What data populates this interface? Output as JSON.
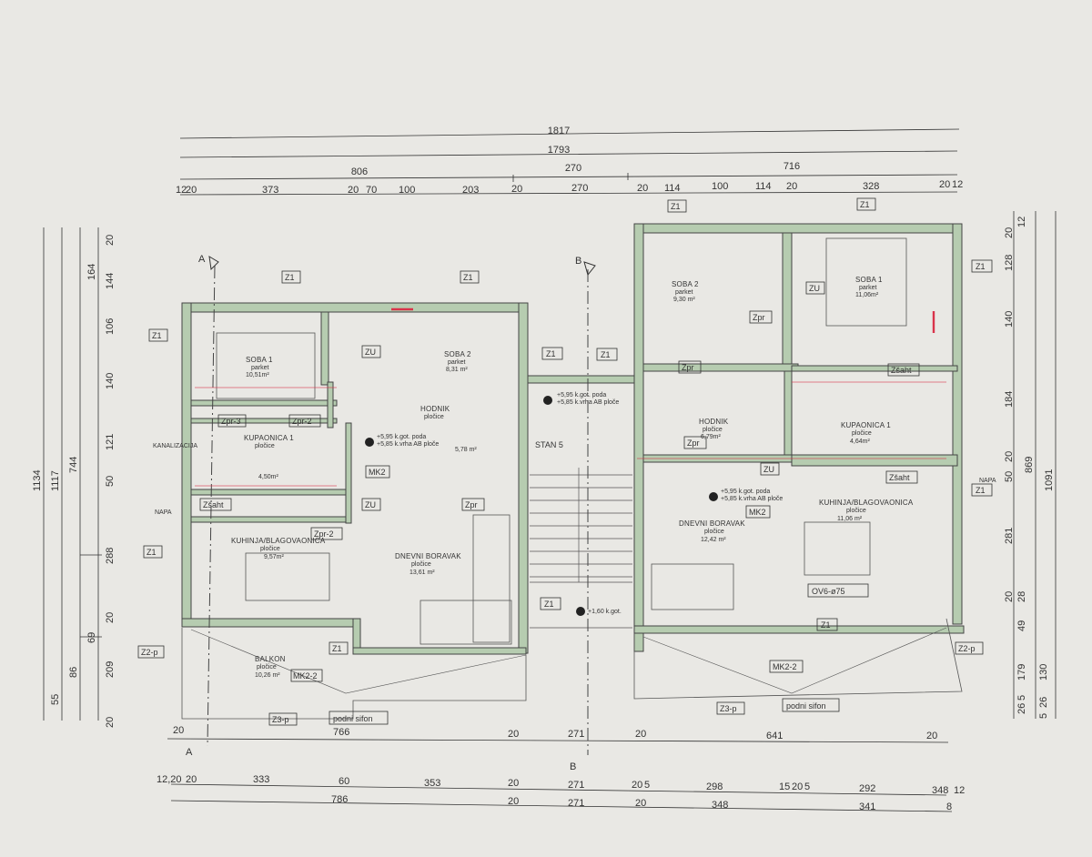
{
  "dims_top": {
    "overall": "1817",
    "inner": "1793",
    "left_block": "806",
    "mid": "270",
    "right_block": "716",
    "row4": [
      "12",
      "20",
      "373",
      "20",
      "70",
      "100",
      "203",
      "20",
      "270",
      "20",
      "114",
      "100",
      "114",
      "20",
      "328",
      "20",
      "12"
    ]
  },
  "dims_bottom": {
    "row1": [
      "20",
      "766",
      "20",
      "271",
      "20",
      "641",
      "20"
    ],
    "row2": [
      "12,20",
      "20",
      "333",
      "60",
      "353",
      "20",
      "271",
      "20",
      "5",
      "298",
      "15",
      "20",
      "5",
      "292",
      "348",
      "12"
    ],
    "row3": [
      "786",
      "20",
      "271",
      "20",
      "348",
      "341",
      "8"
    ]
  },
  "dims_left": [
    "1134",
    "1117",
    "744",
    "55",
    "86",
    "69",
    "164",
    "20",
    "144",
    "106",
    "140",
    "121",
    "50",
    "288",
    "20",
    "209",
    "20"
  ],
  "dims_right": [
    "1091",
    "869",
    "20",
    "12",
    "128",
    "140",
    "184",
    "20",
    "50",
    "281",
    "20",
    "28",
    "49",
    "179",
    "130",
    "5",
    "26",
    "26",
    "5"
  ],
  "sections": {
    "a": "A",
    "b": "B"
  },
  "stair_label": "STAN 5",
  "rooms_left": {
    "soba1": {
      "name": "SOBA 1",
      "floor": "parket",
      "area": "10,51m²"
    },
    "soba2": {
      "name": "SOBA 2",
      "floor": "parket",
      "area": "8,31 m²"
    },
    "hodnik": {
      "name": "HODNIK",
      "floor": "pločice",
      "area": "5,78 m²"
    },
    "kupaonica": {
      "name": "KUPAONICA 1",
      "floor": "pločice",
      "area": "4,50m²"
    },
    "kuhinja": {
      "name": "KUHINJA/BLAGOVAONICA",
      "floor": "pločice",
      "area": "9,57m²"
    },
    "dnevni": {
      "name": "DNEVNI BORAVAK",
      "floor": "pločice",
      "area": "13,61 m²"
    },
    "balkon": {
      "name": "BALKON",
      "floor": "pločice",
      "area": "10,26 m²"
    }
  },
  "rooms_right": {
    "soba2": {
      "name": "SOBA 2",
      "floor": "parket",
      "area": "9,30 m²"
    },
    "soba1": {
      "name": "SOBA 1",
      "floor": "parket",
      "area": "11,06m²"
    },
    "hodnik": {
      "name": "HODNIK",
      "floor": "pločice",
      "area": "6,79m²"
    },
    "kupaonica": {
      "name": "KUPAONICA 1",
      "floor": "pločice",
      "area": "4,64m²"
    },
    "kuhinja": {
      "name": "KUHINJA/BLAGOVAONICA",
      "floor": "pločice",
      "area": "11,06 m²"
    },
    "dnevni": {
      "name": "DNEVNI BORAVAK",
      "floor": "pločice",
      "area": "12,42 m²"
    }
  },
  "levels": {
    "got_left": "+5,95 k.got. poda",
    "ab_left": "+5,85 k.vrha AB ploče",
    "got_stair": "+5,95 k.got. poda",
    "ab_stair": "+5,85 k.vrha AB ploče",
    "got_right": "+5,95 k.got. poda",
    "ab_right": "+5,85 k.vrha AB ploče",
    "landing": "+1,60 k.got."
  },
  "tags": {
    "z1": "Z1",
    "zu": "ZU",
    "zpr": "Zpr",
    "zpr2": "Zpr-2",
    "zpr3": "Zpr-3",
    "zsaht": "Zšaht",
    "mk2": "MK2",
    "mk22": "MK2-2",
    "z2p": "Z2-p",
    "z3p": "Z3-p",
    "sifon": "podni sifon",
    "ov6": "OV6-ø75",
    "napa": "NAPA",
    "kanal": "KANALIZACIJA"
  },
  "colors": {
    "wall": "#b6ccb0",
    "line": "#333333",
    "accent": "#d9334a",
    "paper": "#e9e8e4"
  }
}
